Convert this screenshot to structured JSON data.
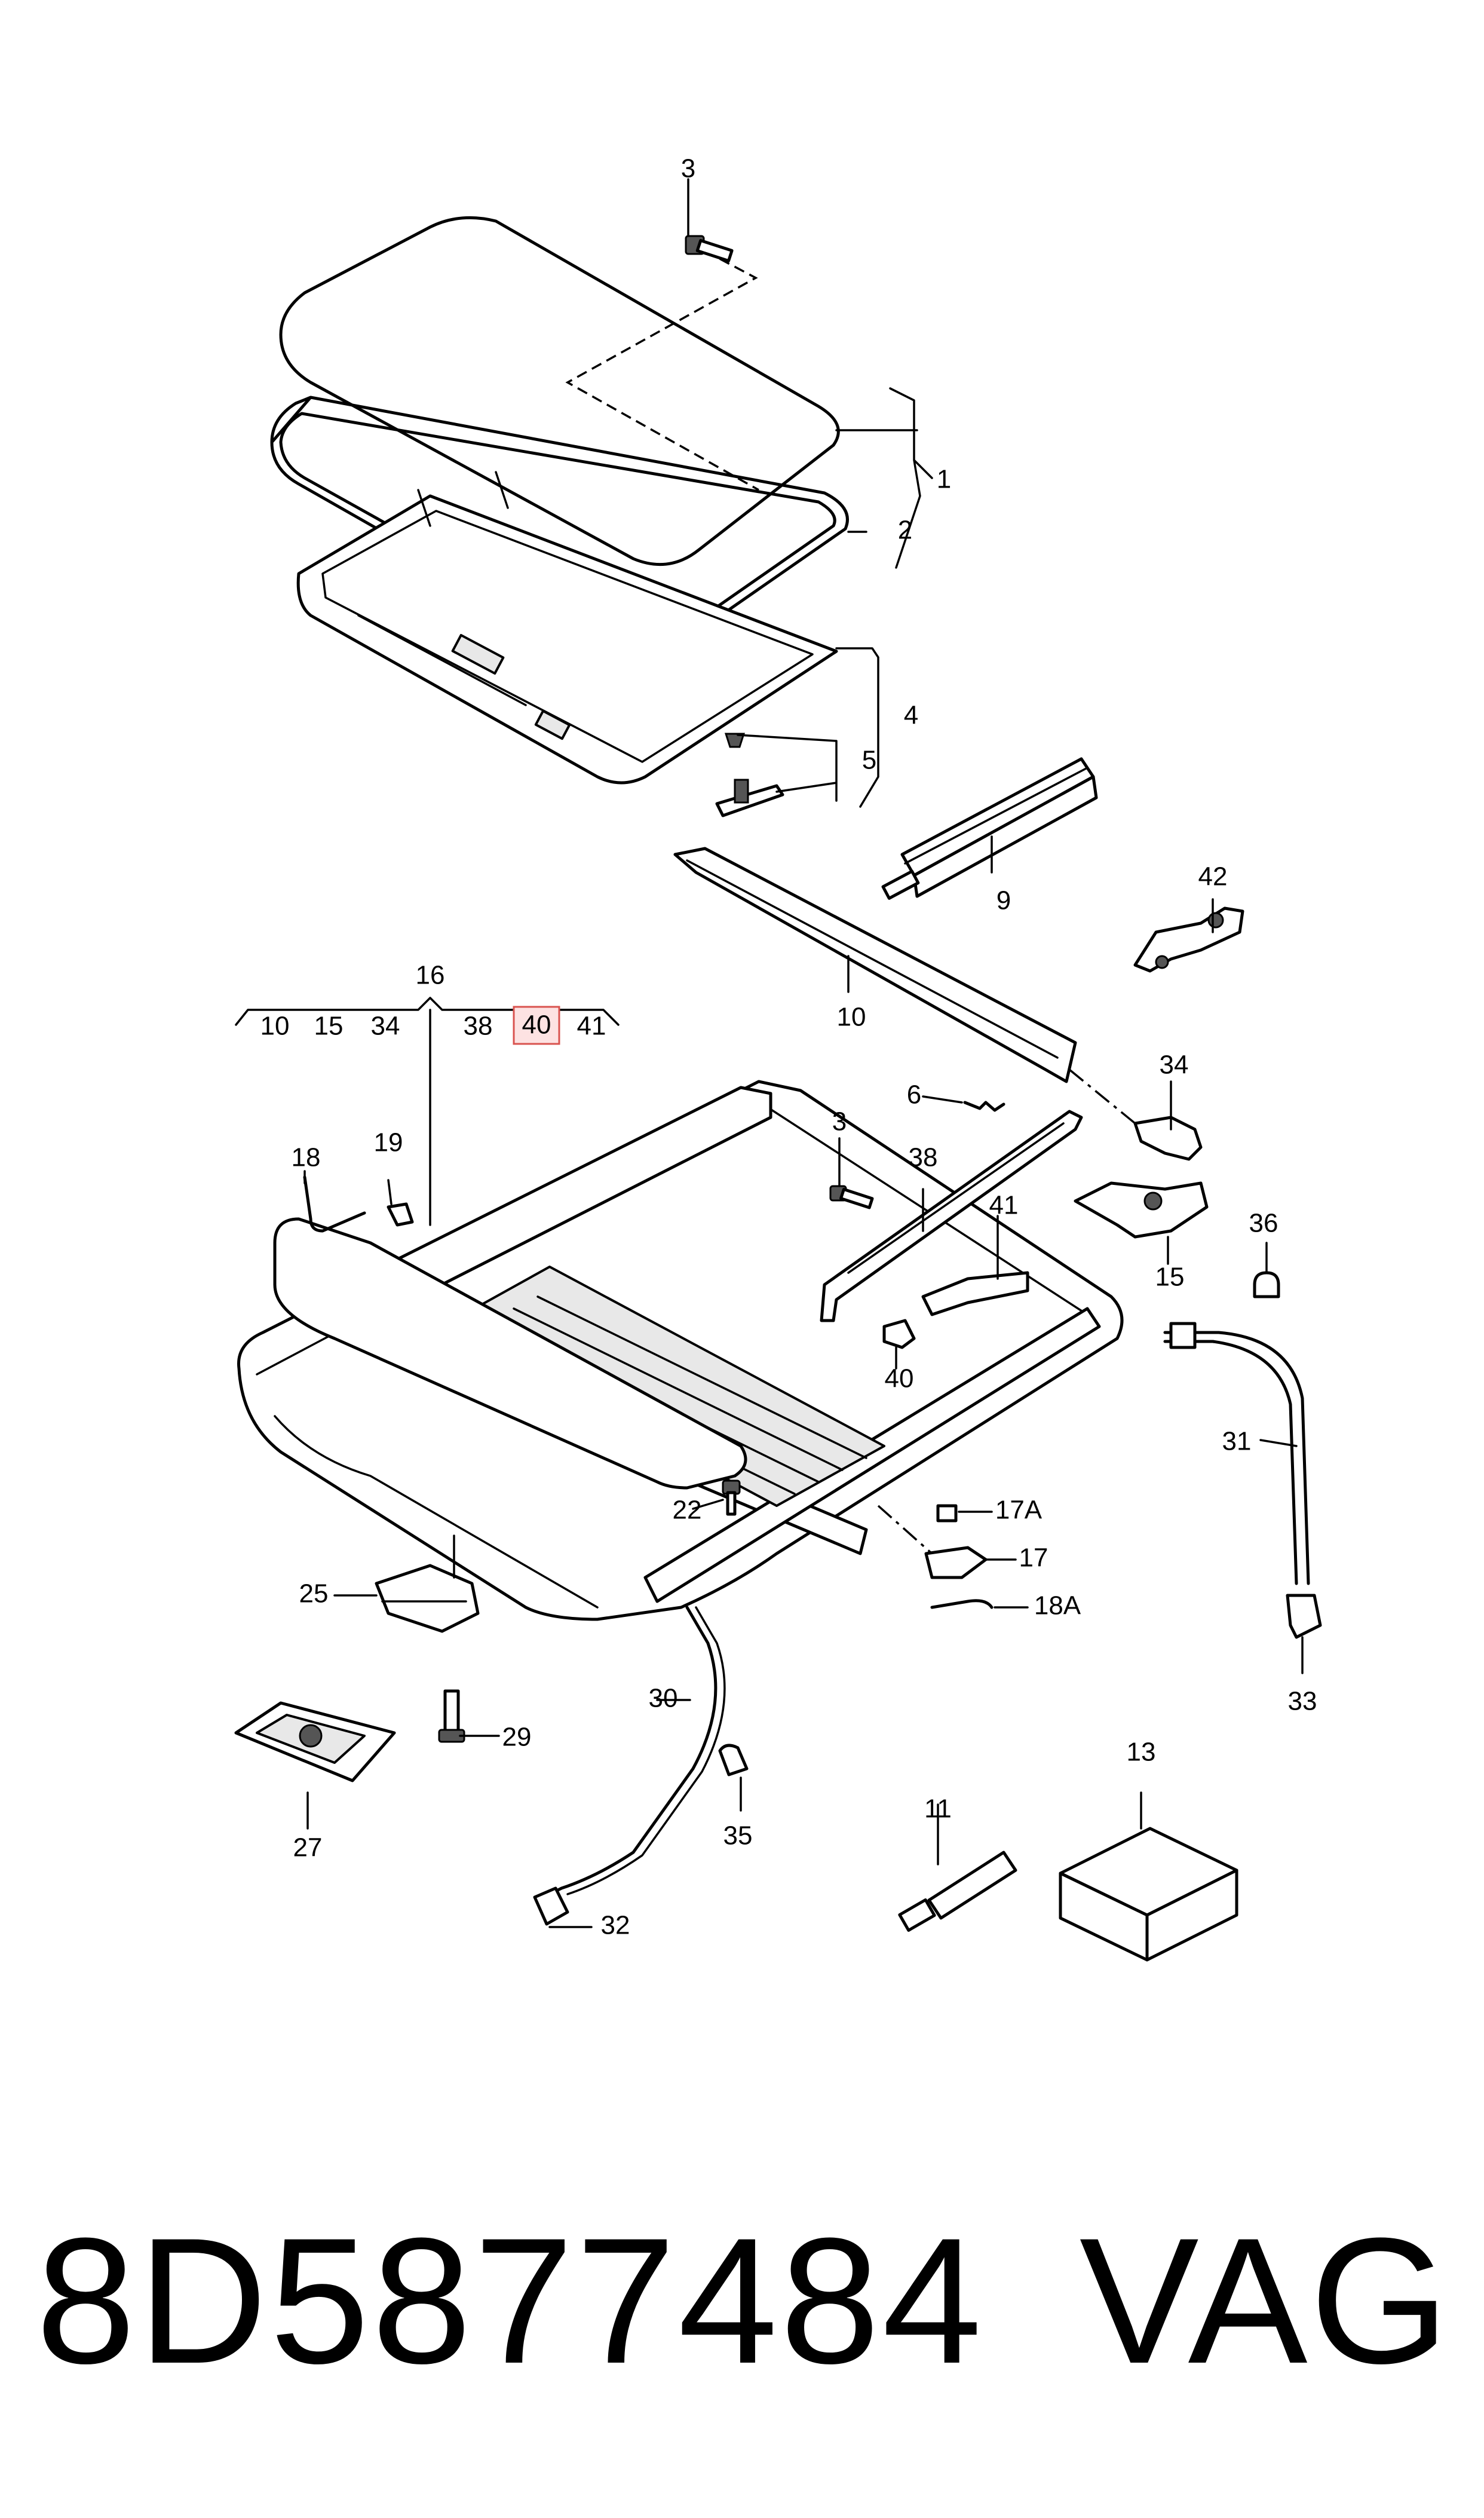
{
  "callouts": {
    "c1": "1",
    "c2": "2",
    "c3a": "3",
    "c3b": "3",
    "c4": "4",
    "c5": "5",
    "c6": "6",
    "c9": "9",
    "c10a": "10",
    "c10b": "10",
    "c11": "11",
    "c13": "13",
    "c15a": "15",
    "c15b": "15",
    "c16": "16",
    "c17": "17",
    "c17a": "17A",
    "c18": "18",
    "c18a": "18A",
    "c19": "19",
    "c22": "22",
    "c25": "25",
    "c27": "27",
    "c29": "29",
    "c30": "30",
    "c31": "31",
    "c32": "32",
    "c33": "33",
    "c34a": "34",
    "c34b": "34",
    "c35": "35",
    "c36": "36",
    "c38a": "38",
    "c38b": "38",
    "c40a": "40",
    "c40b": "40",
    "c41a": "41",
    "c41b": "41",
    "c42": "42"
  },
  "highlight_color": "#d9534f",
  "footer": {
    "part_number": "8D5877484",
    "brand": "VAG"
  }
}
